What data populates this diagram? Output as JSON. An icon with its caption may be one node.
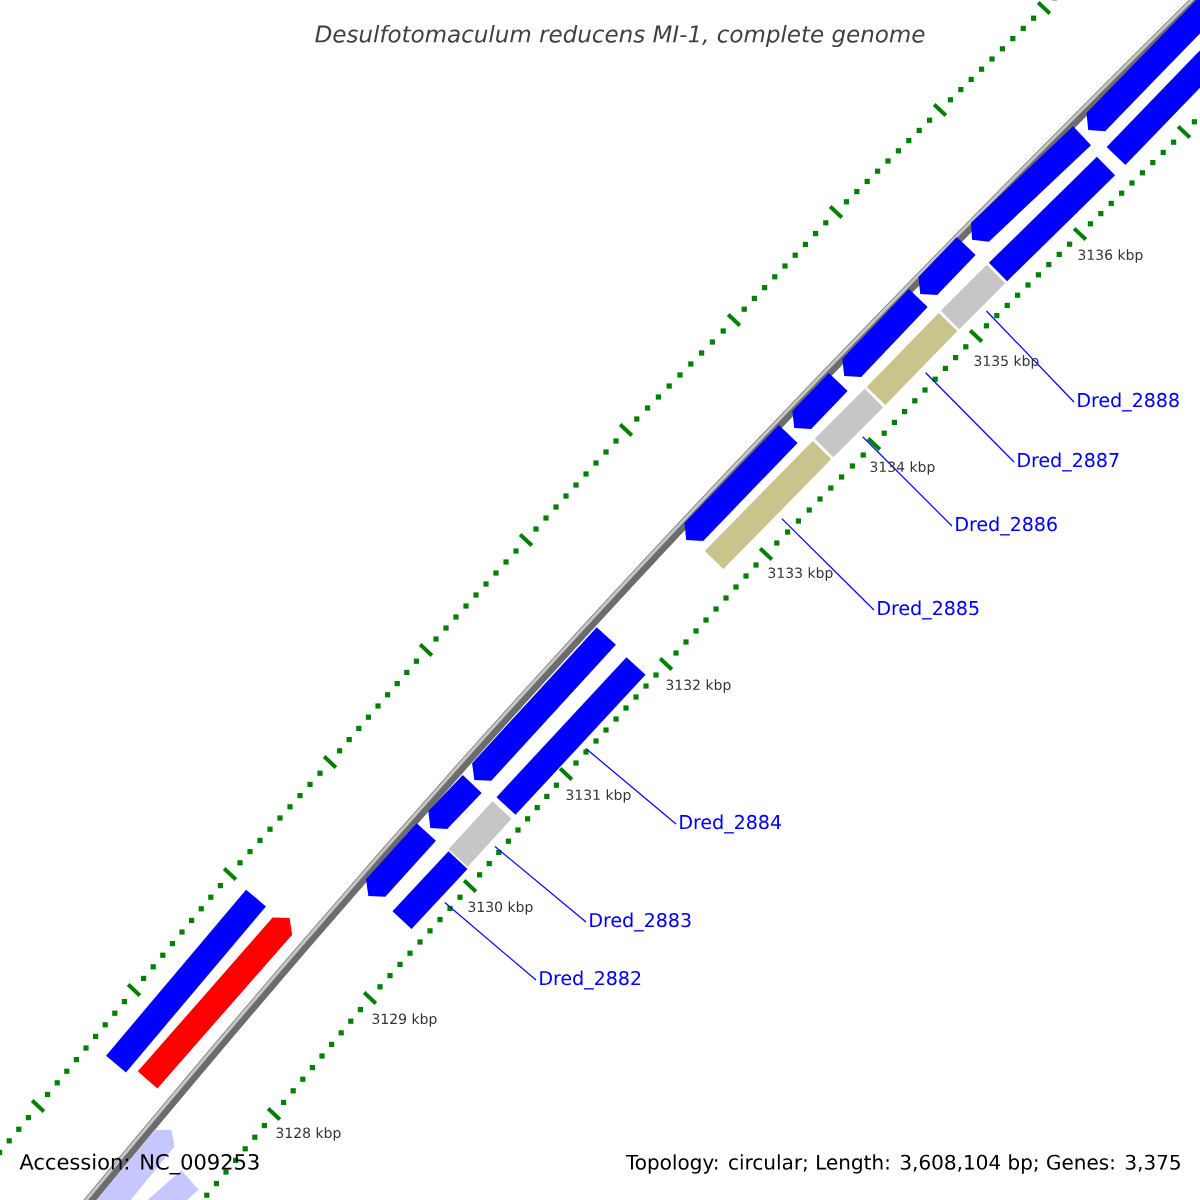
{
  "diagram": {
    "title": "Desulfotomaculum reducens MI-1, complete genome",
    "nodes": [
      {
        "text": [
          "Dred_2882"
        ]
      },
      {
        "text": [
          "Dred_2883"
        ]
      },
      {
        "text": [
          "Dred_2884"
        ]
      },
      {
        "text": [
          "Dred_2885"
        ]
      },
      {
        "text": [
          "Dred_2886"
        ]
      },
      {
        "text": [
          "Dred_2887"
        ]
      },
      {
        "text": [
          "Dred_2888"
        ]
      },
      {
        "text": [],
        "shape": "arrow"
      },
      {
        "text": [],
        "shape": "bar"
      },
      {
        "text": [],
        "shape": "bar"
      },
      {
        "text": [],
        "shape": "arrow"
      },
      {
        "text": [],
        "shape": "arrow"
      },
      {
        "text": [],
        "shape": "bar"
      },
      {
        "text": [],
        "shape": "arrow"
      },
      {
        "text": [],
        "shape": "bar"
      },
      {
        "text": [],
        "shape": "arrow"
      },
      {
        "text": [],
        "shape": "bar"
      },
      {
        "text": [],
        "shape": "arrow"
      },
      {
        "text": [],
        "shape": "bar"
      },
      {
        "text": [],
        "shape": "arrow"
      },
      {
        "text": [],
        "shape": "bar"
      },
      {
        "text": [],
        "shape": "arrow"
      },
      {
        "text": [],
        "shape": "bar"
      },
      {
        "text": [],
        "shape": "arrow"
      },
      {
        "text": [],
        "shape": "bar"
      },
      {
        "text": [],
        "shape": "arrow"
      },
      {
        "text": [],
        "shape": "bar"
      },
      {
        "text": [],
        "shape": "arrow"
      },
      {
        "text": [],
        "shape": "bar"
      }
    ],
    "edges": [
      {
        "from": 0,
        "to": 12,
        "arrow": "none"
      },
      {
        "from": 1,
        "to": 14,
        "arrow": "none"
      },
      {
        "from": 2,
        "to": 16,
        "arrow": "none"
      },
      {
        "from": 3,
        "to": 18,
        "arrow": "none"
      },
      {
        "from": 4,
        "to": 20,
        "arrow": "none"
      },
      {
        "from": 5,
        "to": 22,
        "arrow": "none"
      },
      {
        "from": 6,
        "to": 24,
        "arrow": "none"
      }
    ],
    "labels": [
      "3128 kbp",
      "3129 kbp",
      "3130 kbp",
      "3131 kbp",
      "3132 kbp",
      "3133 kbp",
      "3134 kbp",
      "3135 kbp",
      "3136 kbp",
      "Accession: NC_009253",
      "Topology: circular; Length: 3,608,104 bp; Genes: 3,375"
    ]
  }
}
